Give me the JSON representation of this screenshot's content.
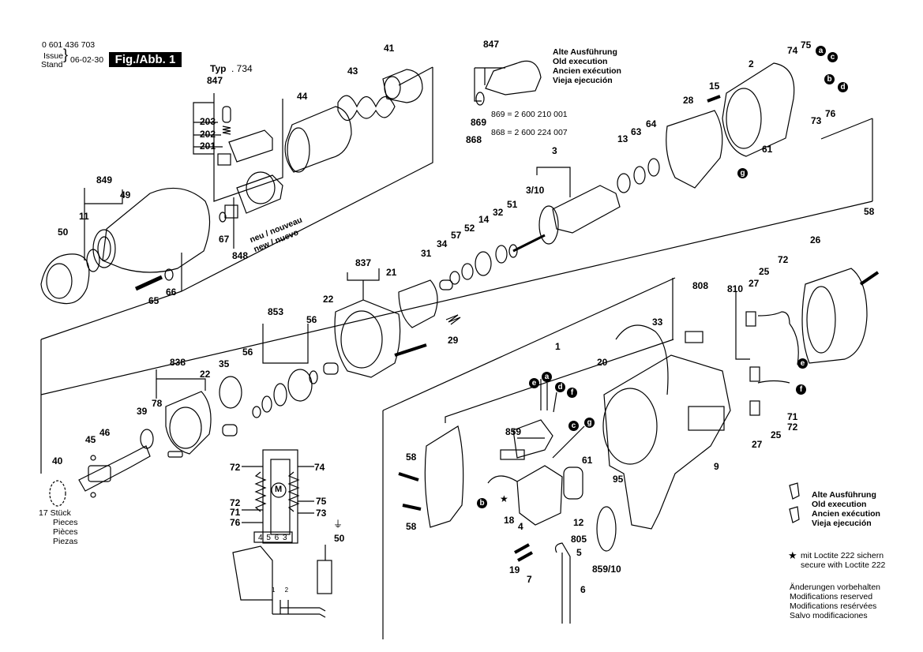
{
  "header": {
    "doc_number": "0 601 436 703",
    "issue_label": "Issue",
    "stand_label": "Stand",
    "date": "06-02-30",
    "fig_label": "Fig./Abb. 1",
    "typ_label": "Typ",
    "typ_value": ". 734"
  },
  "notes": {
    "old_exec_top": [
      "Alte Ausführung",
      "Old execution",
      "Ancien exécution",
      "Vieja ejecución"
    ],
    "old_exec_right": [
      "Alte Ausführung",
      "Old execution",
      "Ancien exécution",
      "Vieja ejecución"
    ],
    "part_869": "869 = 2 600 210 001",
    "part_868": "868 = 2 600 224 007",
    "new_label_1": "neu / nouveau",
    "new_label_2": "new / nuevo",
    "pieces": [
      "17 Stück",
      "Pieces",
      "Pièces",
      "Piezas"
    ],
    "loctite_de": "mit Loctite 222 sichern",
    "loctite_en": "secure with Loctite 222",
    "modifications": [
      "Änderungen vorbehalten",
      "Modifications reserved",
      "Modifications resérvées",
      "Salvo modificaciones"
    ],
    "switch_terms": "4 5 6 3",
    "switch_12": "1 2"
  },
  "part_numbers": {
    "p847a": "847",
    "p203": "203",
    "p202": "202",
    "p201": "201",
    "p43": "43",
    "p41": "41",
    "p44": "44",
    "p849": "849",
    "p49": "49",
    "p11": "11",
    "p50": "50",
    "p67": "67",
    "p848": "848",
    "p65": "65",
    "p66": "66",
    "p847b": "847",
    "p869": "869",
    "p868": "868",
    "p75": "75",
    "p74": "74",
    "p2": "2",
    "p15": "15",
    "p28": "28",
    "p73": "73",
    "p76": "76",
    "p61a": "61",
    "p13": "13",
    "p63": "63",
    "p64": "64",
    "p3": "3",
    "p3_10": "3/10",
    "p51": "51",
    "p32": "32",
    "p14": "14",
    "p52": "52",
    "p57": "57",
    "p34": "34",
    "p31": "31",
    "p837": "837",
    "p21": "21",
    "p22a": "22",
    "p853": "853",
    "p56a": "56",
    "p29": "29",
    "p58a": "58",
    "p26": "26",
    "p838": "838",
    "p35": "35",
    "p56b": "56",
    "p22b": "22",
    "p78": "78",
    "p39": "39",
    "p45": "45",
    "p46": "46",
    "p40": "40",
    "p1": "1",
    "p33": "33",
    "p808": "808",
    "p810": "810",
    "p27a": "27",
    "p25a": "25",
    "p72a": "72",
    "p20": "20",
    "p859": "859",
    "p61b": "61",
    "p58b": "58",
    "p58c": "58",
    "p18": "18",
    "p4": "4",
    "p12": "12",
    "p805": "805",
    "p5": "5",
    "p19": "19",
    "p7": "7",
    "p6": "6",
    "p859_10": "859/10",
    "p95": "95",
    "p9": "9",
    "p27b": "27",
    "p25b": "25",
    "p71a": "71",
    "p72b": "72",
    "p72c": "72",
    "p74b": "74",
    "p72d": "72",
    "p75b": "75",
    "p71b": "71",
    "p73b": "73",
    "p76b": "76",
    "p50b": "50"
  },
  "badges": {
    "a": "a",
    "b": "b",
    "c": "c",
    "d": "d",
    "e": "e",
    "f": "f",
    "g": "g"
  },
  "symbols": {
    "star": "★",
    "motor": "M",
    "ground": "⏚"
  }
}
